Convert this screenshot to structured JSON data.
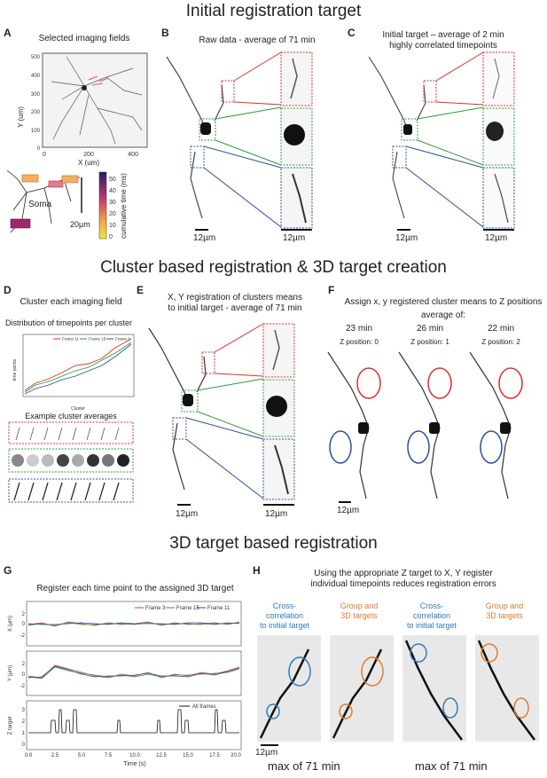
{
  "sections": {
    "s1": "Initial registration target",
    "s2": "Cluster based registration & 3D target creation",
    "s3": "3D target based registration"
  },
  "panel_letters": {
    "A": "A",
    "B": "B",
    "C": "C",
    "D": "D",
    "E": "E",
    "F": "F",
    "G": "G",
    "H": "H"
  },
  "panelA": {
    "caption": "Selected imaging fields",
    "ylabel": "Y (um)",
    "xlabel": "X (um)",
    "yticks": [
      "500",
      "400",
      "300",
      "200",
      "100",
      "0"
    ],
    "xticks": [
      "0",
      "200",
      "400"
    ],
    "soma": "Soma",
    "scalebar": "20µm",
    "colorbar_label": "cumulative time (ms)",
    "colorbar_ticks": [
      "50",
      "40",
      "30",
      "20",
      "10",
      "0"
    ]
  },
  "panelB": {
    "caption": "Raw data - average of 71 min",
    "scale1": "12µm",
    "scale2": "12µm"
  },
  "panelC": {
    "caption_line1": "Initial target – average of 2 min",
    "caption_line2": "highly correlated timepoints",
    "scale1": "12µm",
    "scale2": "12µm"
  },
  "panelD": {
    "caption": "Cluster each imaging field",
    "sub1": "Distribution of timepoints per cluster",
    "sub2": "Example cluster averages",
    "legend": [
      "Frame 11",
      "Frame 15",
      "Frame 9"
    ],
    "xlabel": "Cluster",
    "ylabel": "time points"
  },
  "panelE": {
    "caption_line1": "X, Y registration of clusters means",
    "caption_line2": "to initial target - average of 71 min",
    "scale1": "12µm",
    "scale2": "12µm"
  },
  "panelF": {
    "caption": "Assign x, y registered cluster means to Z positions",
    "average_of": "average of:",
    "columns": [
      {
        "time": "23 min",
        "z": "Z position: 0"
      },
      {
        "time": "26 min",
        "z": "Z position: 1"
      },
      {
        "time": "22 min",
        "z": "Z position: 2"
      }
    ],
    "scale": "12µm"
  },
  "panelG": {
    "caption": "Register each time point to the assigned 3D target",
    "legend": [
      "Frame 3",
      "Frame 15",
      "Frame 11"
    ],
    "legend2": "All frames",
    "ylabels": [
      "X (µm)",
      "Y (µm)",
      "Z target"
    ],
    "xlabel": "Time (s)",
    "xticks": [
      "0.0",
      "2.5",
      "5.0",
      "7.5",
      "10.0",
      "12.5",
      "15.0",
      "17.5",
      "20.0"
    ],
    "xyticks": [
      "2",
      "0",
      "-2"
    ],
    "zticks": [
      "3",
      "2",
      "1",
      "0"
    ]
  },
  "panelH": {
    "caption_line1": "Using the appropriate Z target to X, Y register",
    "caption_line2": "individual timepoints reduces registration errors",
    "labels": [
      {
        "l1": "Cross-",
        "l2": "correlation",
        "l3": "to initial target",
        "color": "#2b7bbf"
      },
      {
        "l1": "Group and",
        "l2": "3D targets",
        "l3": "",
        "color": "#e07b2a"
      },
      {
        "l1": "Cross-",
        "l2": "correlation",
        "l3": "to initial target",
        "color": "#2b7bbf"
      },
      {
        "l1": "Group and",
        "l2": "3D targets",
        "l3": "",
        "color": "#e07b2a"
      }
    ],
    "bottom1": "max of 71 min",
    "bottom2": "max of 71 min",
    "scale": "12µm"
  },
  "colors": {
    "red": "#d9302c",
    "green": "#2e9a3a",
    "blue": "#2b4fa0",
    "orange": "#e07b2a",
    "lightblue": "#2b7bbf"
  }
}
